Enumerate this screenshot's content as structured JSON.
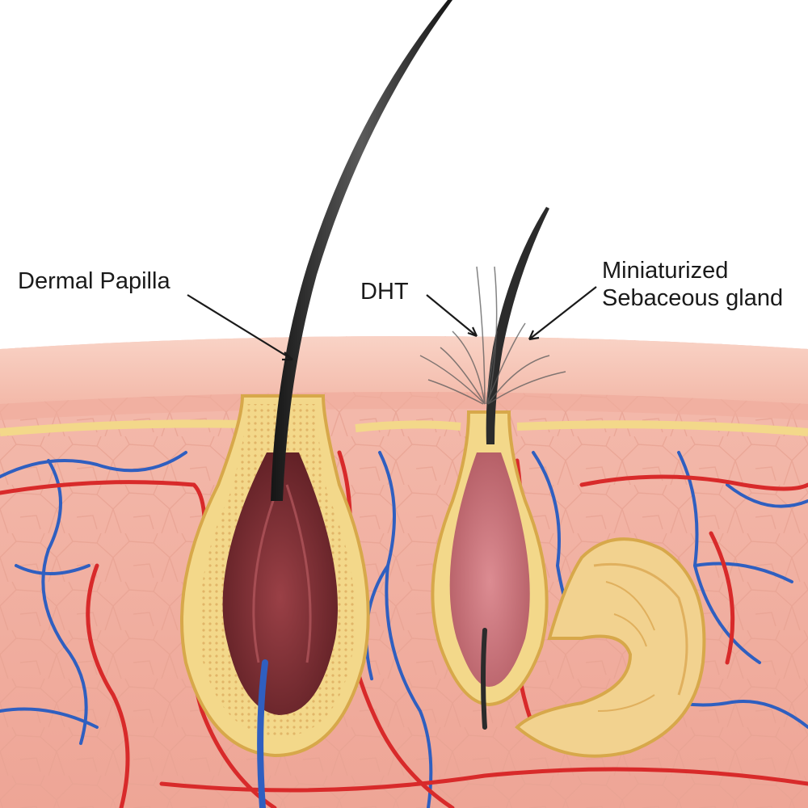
{
  "labels": {
    "dermal_papilla": "Dermal Papilla",
    "dht": "DHT",
    "miniaturized_line1": "Miniaturized",
    "miniaturized_line2": "Sebaceous gland"
  },
  "colors": {
    "skin_surface": "#f6c7b8",
    "dermis": "#f2b3a5",
    "dermis_cell_lines": "#e59b8c",
    "follicle_sheath": "#f3d88a",
    "follicle_sheath_edge": "#d7a84a",
    "terminal_bulb": "#7a2f33",
    "miniaturized_bulb": "#c9737a",
    "hair_shaft": "#2b2b2b",
    "artery": "#d82a2a",
    "vein": "#2f5fc0",
    "sebaceous_gland": "#f2d28f",
    "label_text": "#1a1a1a"
  }
}
